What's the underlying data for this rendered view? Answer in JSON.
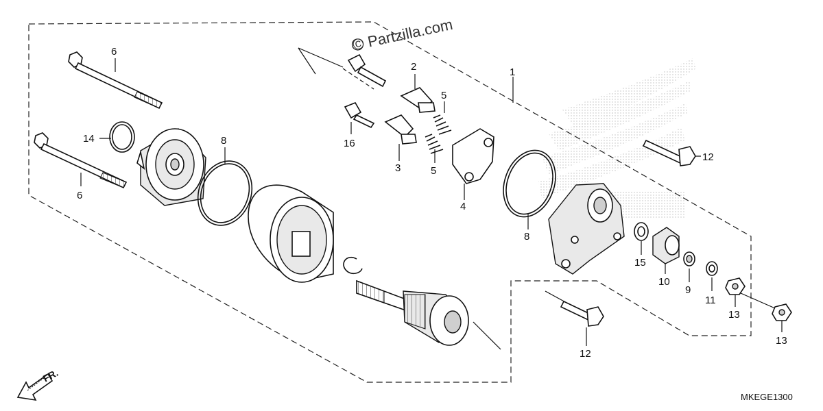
{
  "watermark": "© Partzilla.com",
  "diagram_code": "MKEGE1300",
  "direction_label": "FR.",
  "callouts": [
    "1",
    "2",
    "3",
    "4",
    "5",
    "5",
    "6",
    "6",
    "8",
    "8",
    "9",
    "10",
    "11",
    "12",
    "12",
    "13",
    "13",
    "14",
    "15",
    "16"
  ],
  "icons": {
    "direction_arrow": "arrow-down-left-icon",
    "copyright": "copyright-icon",
    "brand_watermark": "honda-wing-logo"
  }
}
